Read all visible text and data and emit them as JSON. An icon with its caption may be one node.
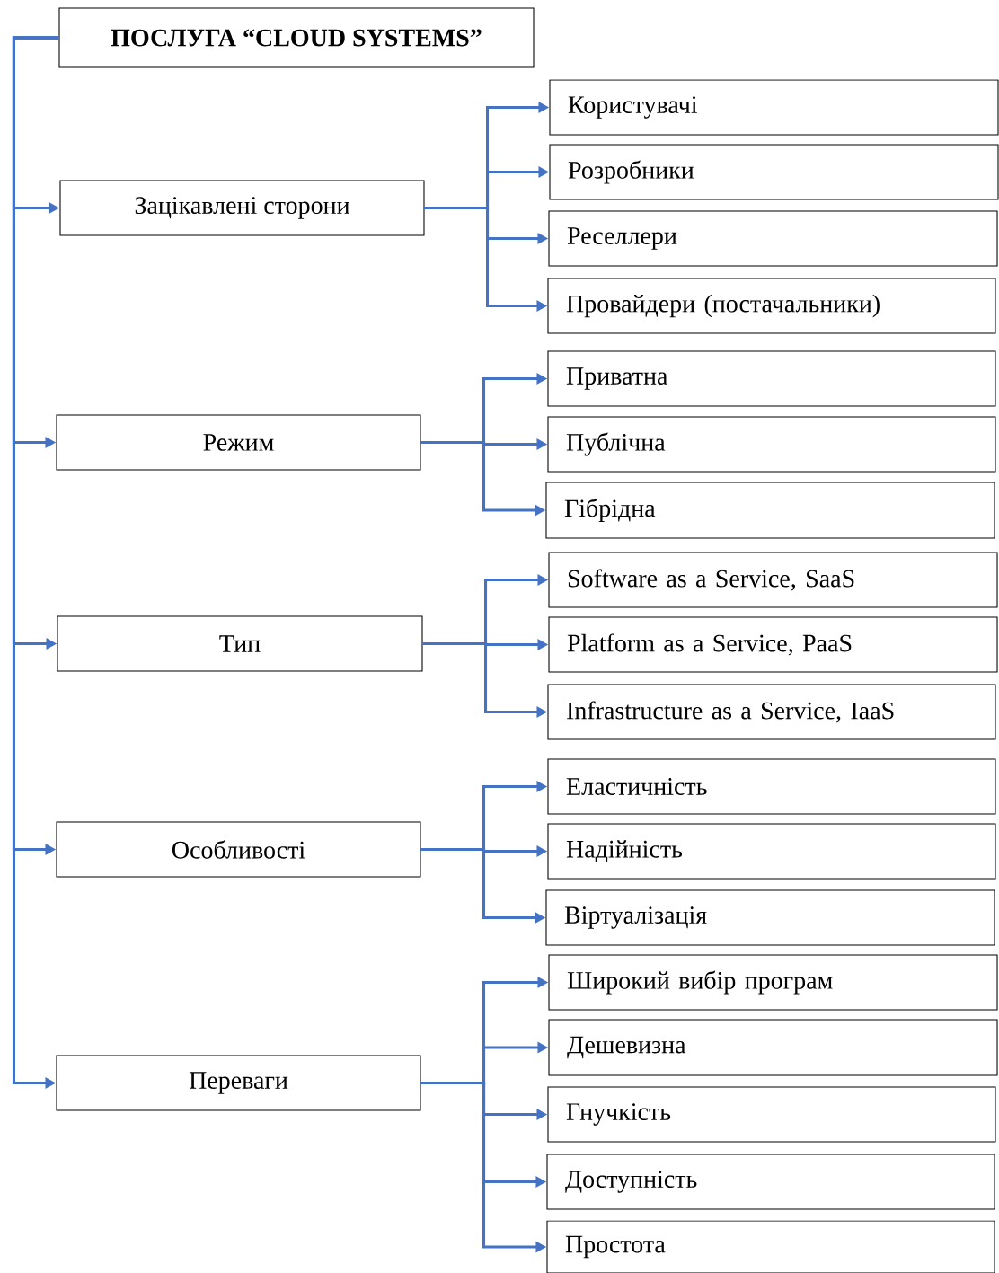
{
  "diagram": {
    "nodes": [
      {
        "text": [
          "ПОСЛУГА “CLOUD SYSTEMS”"
        ]
      },
      {
        "text": [
          "Зацікавлені сторони"
        ]
      },
      {
        "text": [
          "Користувачі"
        ]
      },
      {
        "text": [
          "Розробники"
        ]
      },
      {
        "text": [
          "Реселлери"
        ]
      },
      {
        "text": [
          "Провайдери (постачальники)"
        ]
      },
      {
        "text": [
          "Режим"
        ]
      },
      {
        "text": [
          "Приватна"
        ]
      },
      {
        "text": [
          "Публічна"
        ]
      },
      {
        "text": [
          "Гібрідна"
        ]
      },
      {
        "text": [
          "Тип"
        ]
      },
      {
        "text": [
          "Software as a Service, SaaS"
        ]
      },
      {
        "text": [
          "Platform as a Service, PaaS"
        ]
      },
      {
        "text": [
          "Infrastructure as a Service, IaaS"
        ]
      },
      {
        "text": [
          "Особливості"
        ]
      },
      {
        "text": [
          "Еластичність"
        ]
      },
      {
        "text": [
          "Надійність"
        ]
      },
      {
        "text": [
          "Віртуалізація"
        ]
      },
      {
        "text": [
          "Переваги"
        ]
      },
      {
        "text": [
          "Широкий вибір програм"
        ]
      },
      {
        "text": [
          "Дешевизна"
        ]
      },
      {
        "text": [
          "Гнучкість"
        ]
      },
      {
        "text": [
          "Доступність"
        ]
      },
      {
        "text": [
          "Простота"
        ]
      }
    ],
    "edges": [
      {
        "from": 0,
        "to": 1,
        "arrow": "to"
      },
      {
        "from": 0,
        "to": 6,
        "arrow": "to"
      },
      {
        "from": 0,
        "to": 10,
        "arrow": "to"
      },
      {
        "from": 0,
        "to": 14,
        "arrow": "to"
      },
      {
        "from": 0,
        "to": 18,
        "arrow": "to"
      },
      {
        "from": 1,
        "to": 2,
        "arrow": "to"
      },
      {
        "from": 1,
        "to": 3,
        "arrow": "to"
      },
      {
        "from": 1,
        "to": 4,
        "arrow": "to"
      },
      {
        "from": 1,
        "to": 5,
        "arrow": "to"
      },
      {
        "from": 6,
        "to": 7,
        "arrow": "to"
      },
      {
        "from": 6,
        "to": 8,
        "arrow": "to"
      },
      {
        "from": 6,
        "to": 9,
        "arrow": "to"
      },
      {
        "from": 10,
        "to": 11,
        "arrow": "to"
      },
      {
        "from": 10,
        "to": 12,
        "arrow": "to"
      },
      {
        "from": 10,
        "to": 13,
        "arrow": "to"
      },
      {
        "from": 14,
        "to": 15,
        "arrow": "to"
      },
      {
        "from": 14,
        "to": 16,
        "arrow": "to"
      },
      {
        "from": 14,
        "to": 17,
        "arrow": "to"
      },
      {
        "from": 18,
        "to": 19,
        "arrow": "to"
      },
      {
        "from": 18,
        "to": 20,
        "arrow": "to"
      },
      {
        "from": 18,
        "to": 21,
        "arrow": "to"
      },
      {
        "from": 18,
        "to": 22,
        "arrow": "to"
      },
      {
        "from": 18,
        "to": 23,
        "arrow": "to"
      }
    ]
  }
}
